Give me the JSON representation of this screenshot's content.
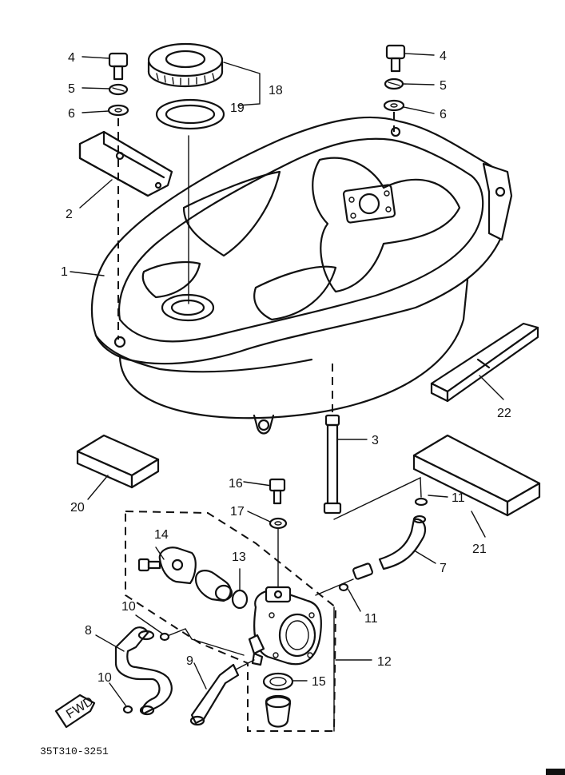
{
  "diagram": {
    "part_labels": {
      "p1": "1",
      "p2": "2",
      "p3": "3",
      "p4a": "4",
      "p4b": "4",
      "p5a": "5",
      "p5b": "5",
      "p6a": "6",
      "p6b": "6",
      "p7": "7",
      "p8": "8",
      "p9": "9",
      "p10a": "10",
      "p10b": "10",
      "p11a": "11",
      "p11b": "11",
      "p12": "12",
      "p13": "13",
      "p14": "14",
      "p15": "15",
      "p16": "16",
      "p17": "17",
      "p18": "18",
      "p19": "19",
      "p20": "20",
      "p21": "21",
      "p22": "22"
    },
    "fwd_label": "FWD",
    "drawing_code": "35T310-3251"
  }
}
